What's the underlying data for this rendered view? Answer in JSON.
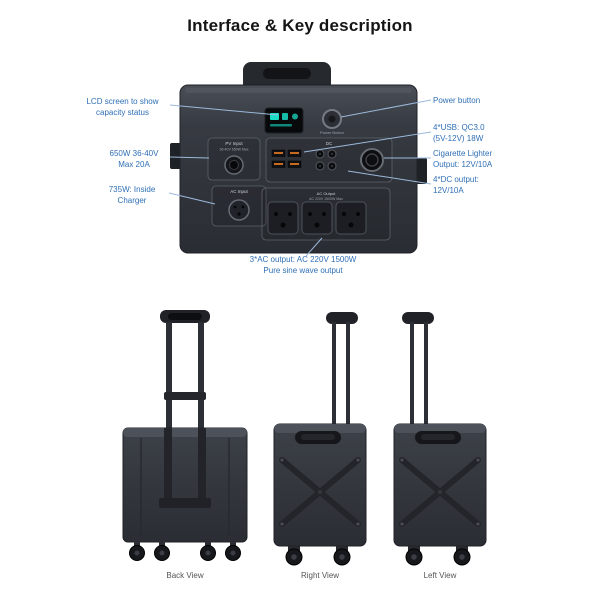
{
  "page": {
    "title": "Interface & Key description"
  },
  "colors": {
    "accent_blue": "#2f6fb5",
    "leader_line": "#9cb9dc",
    "device_dark": "#33373d",
    "lcd_teal": "#19dcc4",
    "caption_gray": "#555555"
  },
  "callouts": {
    "left": [
      {
        "label": "LCD screen to show\ncapacity status"
      },
      {
        "label": "650W 36-40V\nMax 20A"
      },
      {
        "label": "735W: Inside\nCharger"
      }
    ],
    "right": [
      {
        "label": "Power button"
      },
      {
        "label": "4*USB: QC3.0\n(5V-12V) 18W"
      },
      {
        "label": "Cigarette Lighter\nOutput: 12V/10A"
      },
      {
        "label": "4*DC output:\n12V/10A"
      }
    ],
    "bottom": "3*AC output: AC 220V 1500W\nPure sine wave output"
  },
  "panel": {
    "pv_label": "PV Input",
    "pv_sub": "36-40V 650W Max",
    "ac_in_label": "AC Input",
    "dc_label": "DC",
    "ac_out_label": "AC Output",
    "ac_out_sub": "AC 220V 1500W Max",
    "power_label": "Power Button"
  },
  "views": [
    {
      "caption": "Back View"
    },
    {
      "caption": "Right View"
    },
    {
      "caption": "Left View"
    }
  ]
}
